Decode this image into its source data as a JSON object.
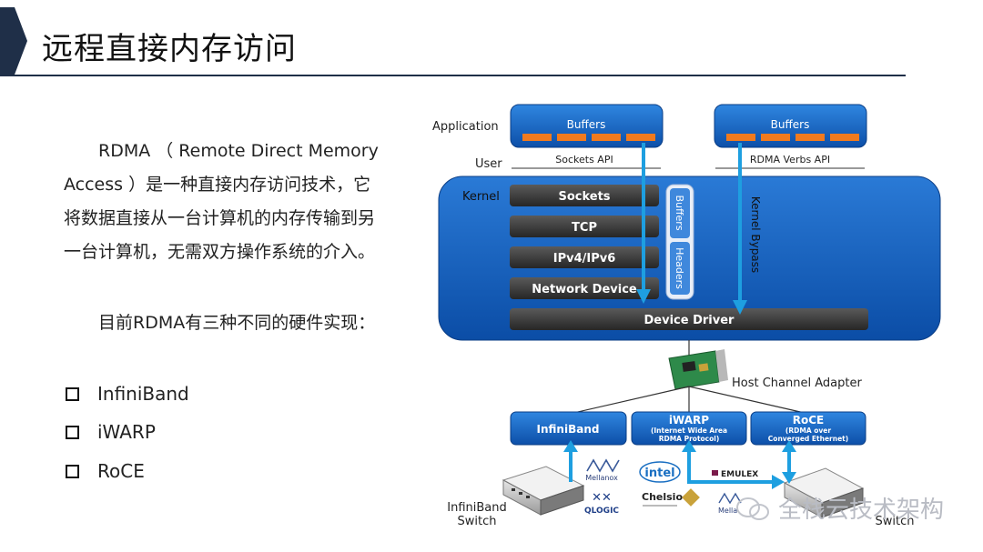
{
  "header": {
    "title": "远程直接内存访问"
  },
  "intro": {
    "paragraph1": "　　RDMA （ Remote Direct Memory Access ）是一种直接内存访问技术，它将数据直接从一台计算机的内存传输到另一台计算机，无需双方操作系统的介入。",
    "paragraph2": "　　目前RDMA有三种不同的硬件实现：",
    "bullets": [
      "InfiniBand",
      "iWARP",
      "RoCE"
    ]
  },
  "diagram": {
    "label_application": "Application",
    "label_user": "User",
    "label_kernel": "Kernel",
    "buffers_left": "Buffers",
    "buffers_right": "Buffers",
    "sockets_api": "Sockets API",
    "rdma_verbs_api": "RDMA Verbs API",
    "stack": [
      "Sockets",
      "TCP",
      "IPv4/IPv6",
      "Network Device"
    ],
    "device_driver": "Device Driver",
    "side_buffers": "Buffers",
    "side_headers": "Headers",
    "kernel_bypass": "Kernel Bypass",
    "hca_label": "Host Channel Adapter",
    "transports": [
      {
        "name": "InfiniBand",
        "sub1": "",
        "sub2": ""
      },
      {
        "name": "iWARP",
        "sub1": "(Internet Wide Area",
        "sub2": "RDMA Protocol)"
      },
      {
        "name": "RoCE",
        "sub1": "(RDMA over",
        "sub2": "Converged Ethernet)"
      }
    ],
    "switch_left_line1": "InfiniBand",
    "switch_left_line2": "Switch",
    "switch_right": "Switch",
    "vendors": {
      "mellanox": "Mellanox",
      "qlogic": "QLOGIC",
      "intel": "intel",
      "chelsio": "Chelsio",
      "emulex": "EMULEX",
      "mella": "Mella"
    },
    "colors": {
      "blue_panel": "#1565c0",
      "arrow": "#1e9fe0",
      "orange": "#f07a1e",
      "dark_bar": "#3a3a3a"
    }
  },
  "watermark": {
    "text": "全栈云技术架构"
  }
}
